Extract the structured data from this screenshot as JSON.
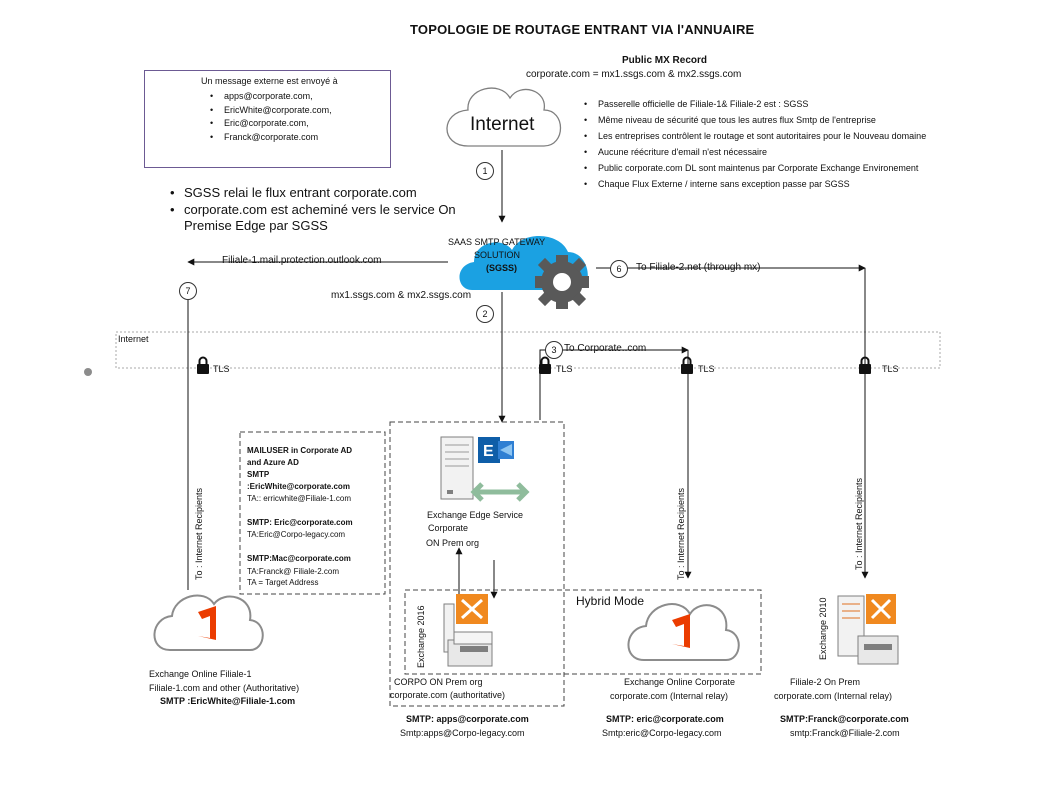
{
  "title": "TOPOLOGIE DE ROUTAGE ENTRANT VIA  l'ANNUAIRE",
  "mx_record": {
    "heading": "Public MX Record",
    "value": "corporate.com = mx1.ssgs.com & mx2.ssgs.com"
  },
  "message_box": {
    "intro": "Un message externe est envoyé à",
    "recipients": [
      "apps@corporate.com,",
      "EricWhite@corporate.com,",
      "Eric@corporate.com,",
      "Franck@corporate.com"
    ]
  },
  "left_notes": [
    "SGSS relai le flux entrant  corporate.com",
    "corporate.com est acheminé vers le service On Premise Edge par SGSS"
  ],
  "right_notes": [
    "Passerelle officielle de Filiale-1& Filiale-2 est : SGSS",
    "Même niveau de sécurité que tous les autres flux Smtp de l'entreprise",
    "Les entreprises contrôlent le routage et sont autoritaires pour le Nouveau domaine",
    "Aucune réécriture d'email n'est nécessaire",
    "Public corporate.com DL sont maintenus par Corporate Exchange Environement",
    "Chaque Flux Externe / interne sans exception passe par SGSS"
  ],
  "internet_cloud": "Internet",
  "gateway": {
    "line1": "SAAS SMTP GATEWAY",
    "line2": "SOLUTION",
    "line3": "(SGSS)"
  },
  "steps": {
    "s1": "1",
    "s2": "2",
    "s3": "3",
    "s6": "6",
    "s7": "7",
    "label3": "To Corporate..com",
    "label6": "To Filiale-2.net (through mx)",
    "label7": "Filiale-1.mail.protection.outlook.com",
    "mx_label": "mx1.ssgs.com & mx2.ssgs.com"
  },
  "internet_band": "Internet",
  "tls": "TLS",
  "mailuser": {
    "l1": "MAILUSER  in Corporate AD",
    "l2": "and Azure AD",
    "l3": "SMTP",
    "l4": ":EricWhite@corporate.com",
    "l5": "TA:: erricwhite@Filiale-1.com",
    "l6": "SMTP: Eric@corporate.com",
    "l7": "TA:Eric@Corpo-legacy.com",
    "l8": "SMTP:Mac@corporate.com",
    "l9": "TA:Franck@ Filiale-2.com",
    "l10": "TA = Target Address"
  },
  "edge": {
    "l1": "Exchange Edge Service",
    "l2": "Corporate",
    "l3": "ON Prem org"
  },
  "ex2016_label": "Exchange 2016",
  "ex2010_label": "Exchange 2010",
  "hybrid_mode": "Hybrid Mode",
  "to_internet": "To : Internet Recipients",
  "filiale1": {
    "l1": "Exchange Online  Filiale-1",
    "l2": "Filiale-1.com and other (Authoritative)",
    "l3": "SMTP :EricWhite@Filiale-1.com"
  },
  "corpo_onprem": {
    "l1": "CORPO ON Prem org",
    "l2": "corporate.com (authoritative)",
    "l3": "SMTP: apps@corporate.com",
    "l4": "Smtp:apps@Corpo-legacy.com"
  },
  "exo_corporate": {
    "l1": "Exchange Online Corporate",
    "l2": "corporate.com (Internal relay)",
    "l3": "SMTP: eric@corporate.com",
    "l4": "Smtp:eric@Corpo-legacy.com"
  },
  "filiale2": {
    "l1": "Filiale-2 On Prem",
    "l2": "corporate.com (Internal relay)",
    "l3": "SMTP:Franck@corporate.com",
    "l4": "smtp:Franck@Filiale-2.com"
  },
  "colors": {
    "o365_orange": "#eb3c00",
    "exchange_blue": "#0f5ea8",
    "exchange_orange": "#f0891f",
    "cloud_blue": "#1ba1e2",
    "gear_gray": "#595959",
    "box_purple": "#6c5a93",
    "sync_green": "#8fbc9c"
  }
}
